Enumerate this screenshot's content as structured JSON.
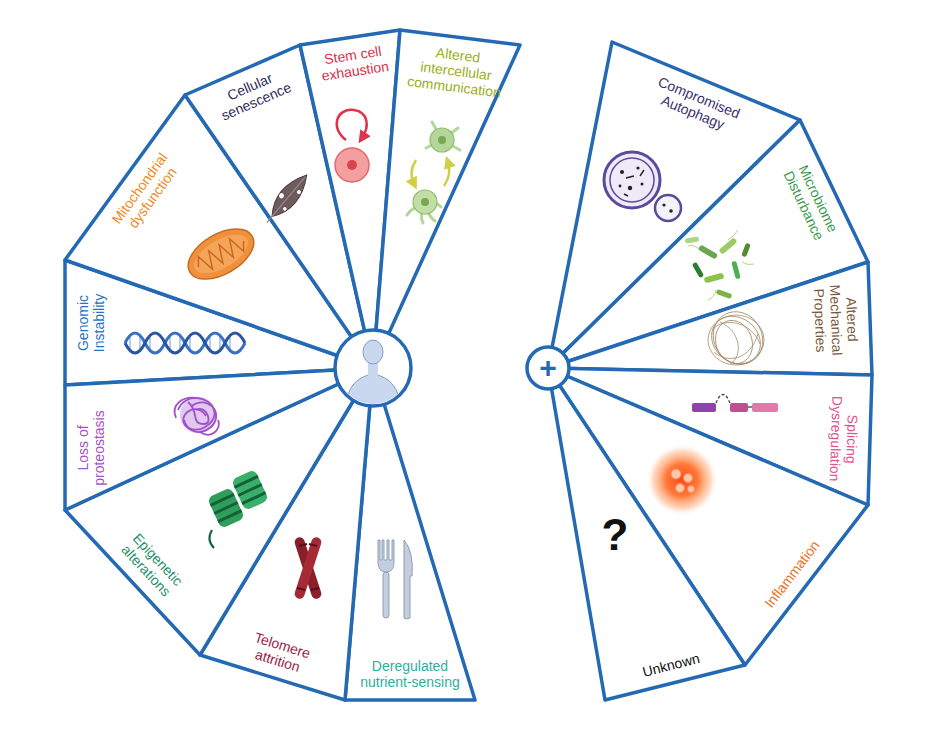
{
  "diagram": {
    "nodes": [
      {
        "text": [
          "Genomic Instability"
        ]
      },
      {
        "text": [
          "Mitochondrial dysfunction"
        ]
      },
      {
        "text": [
          "Cellular senescence"
        ]
      },
      {
        "text": [
          "Stem cell exhaustion"
        ]
      },
      {
        "text": [
          "Altered intercellular communication"
        ]
      },
      {
        "text": [
          "Deregulated nutrient-sensing"
        ]
      },
      {
        "text": [
          "Telomere attrition"
        ]
      },
      {
        "text": [
          "Epigenetic alterations"
        ]
      },
      {
        "text": [
          "Loss of proteostasis"
        ]
      },
      {
        "text": [
          "+"
        ]
      },
      {
        "text": [
          "Compromised Autophagy"
        ]
      },
      {
        "text": [
          "Microbiome Disturbance"
        ]
      },
      {
        "text": [
          "Altered Mechanical Properties"
        ]
      },
      {
        "text": [
          "Splicing Dysregulation"
        ]
      },
      {
        "text": [
          "Inflammation"
        ]
      },
      {
        "text": [
          "?",
          "Unknown"
        ]
      }
    ]
  }
}
